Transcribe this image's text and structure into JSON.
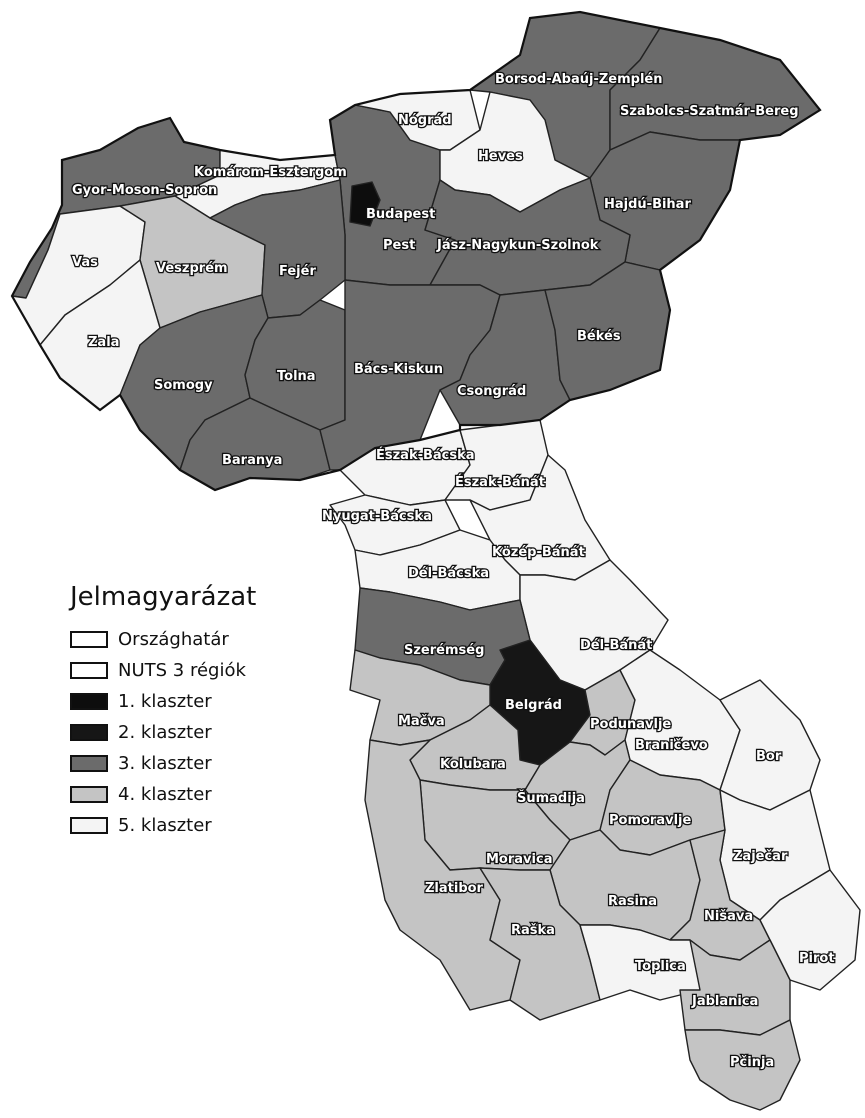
{
  "legend": {
    "title": "Jelmagyarázat",
    "items": [
      {
        "label": "Országhatár",
        "fill": "#ffffff"
      },
      {
        "label": "NUTS 3 régiók",
        "fill": "#ffffff"
      },
      {
        "label": "1. klaszter",
        "fill": "#0d0d0d"
      },
      {
        "label": "2. klaszter",
        "fill": "#161616"
      },
      {
        "label": "3. klaszter",
        "fill": "#6b6b6b"
      },
      {
        "label": "4. klaszter",
        "fill": "#c4c4c4"
      },
      {
        "label": "5. klaszter",
        "fill": "#f4f4f4"
      }
    ]
  },
  "regions": {
    "gyor": "Gyor-Moson-Sopron",
    "komarom": "Komárom-Esztergom",
    "nograd": "Nógrád",
    "borsod": "Borsod-Abaúj-Zemplén",
    "szabolcs": "Szabolcs-Szatmár-Bereg",
    "heves": "Heves",
    "budapest": "Budapest",
    "hajdu": "Hajdú-Bihar",
    "vas": "Vas",
    "veszprem": "Veszprém",
    "fejer": "Fejér",
    "pest": "Pest",
    "jasz": "Jász-Nagykun-Szolnok",
    "zala": "Zala",
    "bekes": "Békés",
    "somogy": "Somogy",
    "tolna": "Tolna",
    "bacs": "Bács-Kiskun",
    "csongrad": "Csongrád",
    "baranya": "Baranya",
    "eszak_bacska": "Észak-Bácska",
    "eszak_banat": "Észak-Bánát",
    "nyugat_bacska": "Nyugat-Bácska",
    "kozep_banat": "Közép-Bánát",
    "del_bacska": "Dél-Bácska",
    "del_banat": "Dél-Bánát",
    "szeremseg": "Szerémség",
    "belgrad": "Belgrád",
    "macva": "Mačva",
    "podunavlje": "Podunavlje",
    "branicevo": "Braničevo",
    "bor": "Bor",
    "kolubara": "Kolubara",
    "sumadija": "Šumadija",
    "pomoravlje": "Pomoravlje",
    "zajecar": "Zaječar",
    "moravica": "Moravica",
    "zlatibor": "Zlatibor",
    "rasina": "Rasina",
    "nisava": "Nišava",
    "raska": "Raška",
    "pirot": "Pirot",
    "toplica": "Toplica",
    "jablanica": "Jablanica",
    "pcinja": "Pčinja"
  }
}
